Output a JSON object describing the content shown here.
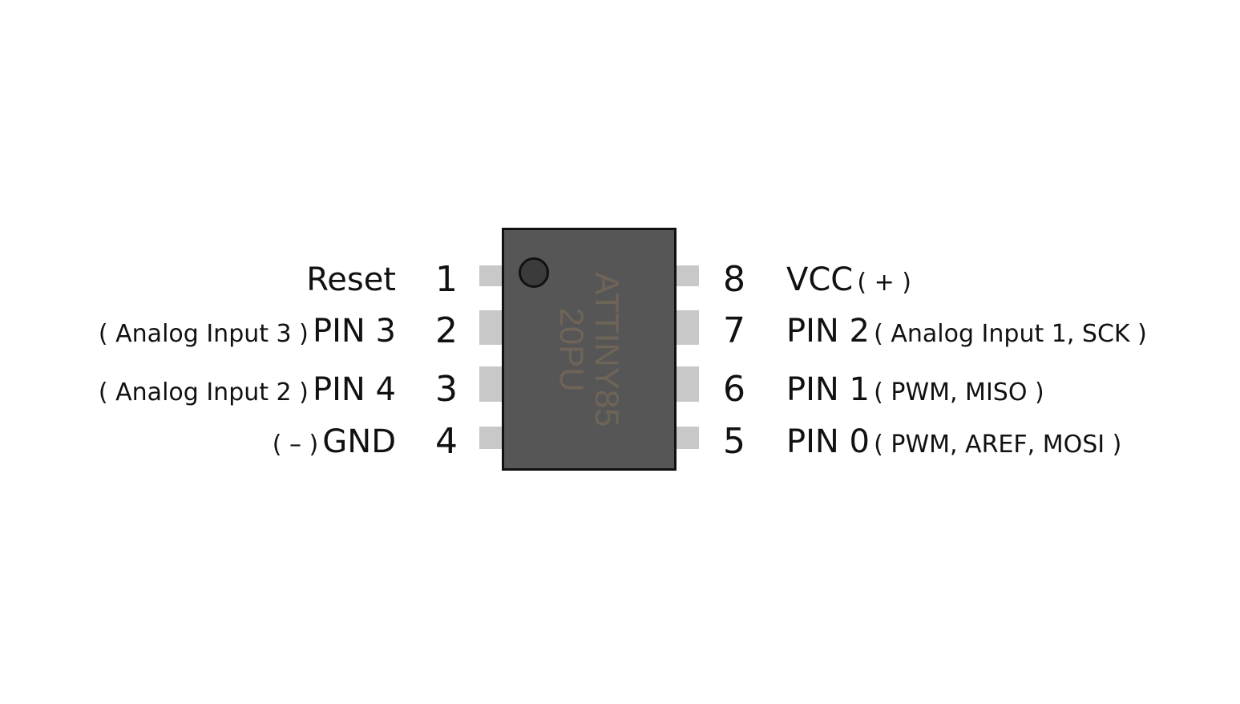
{
  "chip": {
    "marking_line1": "ATTINY85",
    "marking_line2": "20PU"
  },
  "pins": {
    "p1": {
      "number": "1",
      "name": "Reset",
      "note": ""
    },
    "p2": {
      "number": "2",
      "name": "PIN 3",
      "note": "( Analog Input 3 )"
    },
    "p3": {
      "number": "3",
      "name": "PIN 4",
      "note": "( Analog Input 2 )"
    },
    "p4": {
      "number": "4",
      "name": "GND",
      "note": "( – )"
    },
    "p5": {
      "number": "5",
      "name": "PIN 0",
      "note": "( PWM, AREF, MOSI )"
    },
    "p6": {
      "number": "6",
      "name": "PIN 1",
      "note": "( PWM, MISO )"
    },
    "p7": {
      "number": "7",
      "name": "PIN 2",
      "note": "( Analog Input 1, SCK )"
    },
    "p8": {
      "number": "8",
      "name": "VCC",
      "note": "( + )"
    }
  },
  "colors": {
    "chip_body": "#575656",
    "chip_outline": "#111111",
    "lead": "#c9c8c8",
    "marking": "#6e6458",
    "text": "#111111"
  }
}
